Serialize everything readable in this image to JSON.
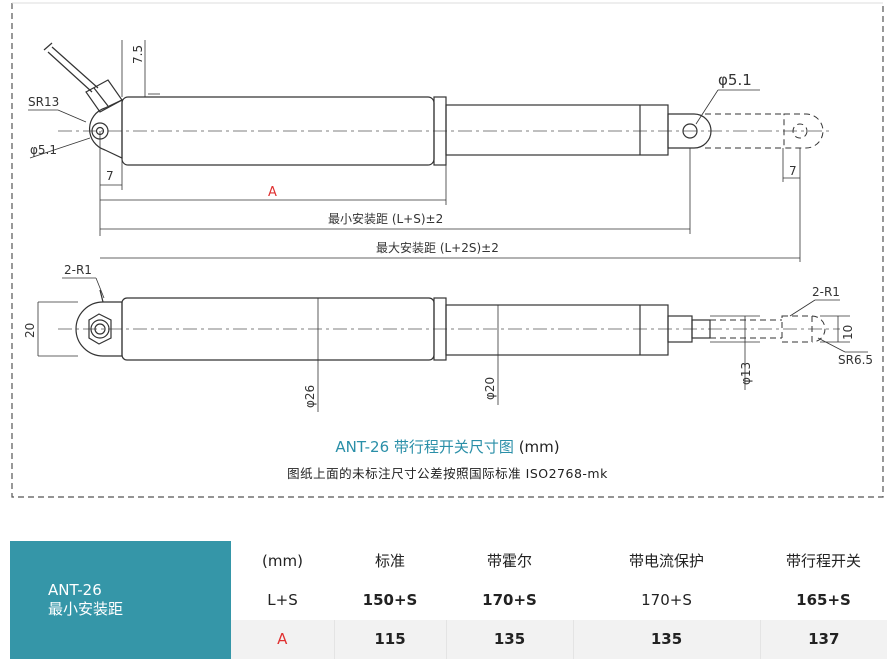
{
  "drawing": {
    "top_view": {
      "dim_7_5": "7.5",
      "dim_sr13": "SR13",
      "dim_phi51_left": "φ5.1",
      "dim_phi51_right": "φ5.1",
      "dim_7_left": "7",
      "dim_7_right": "7",
      "label_a": "A",
      "min_install": "最小安装距 (L+S)±2",
      "max_install": "最大安装距 (L+2S)±2"
    },
    "bottom_view": {
      "dim_2r1_left": "2-R1",
      "dim_2r1_right": "2-R1",
      "dim_20": "20",
      "dim_10": "10",
      "dim_sr65": "SR6.5",
      "dim_phi26": "φ26",
      "dim_phi20": "φ20",
      "dim_phi13": "φ13"
    },
    "caption_title": "ANT-26 带行程开关尺寸图",
    "caption_unit": "(mm)",
    "caption_note": "图纸上面的未标注尺寸公差按照国际标准 ISO2768-mk"
  },
  "table": {
    "model_line1": "ANT-26",
    "model_line2": "最小安装距",
    "headers": [
      "(mm)",
      "标准",
      "带霍尔",
      "带电流保护",
      "带行程开关"
    ],
    "row_ls": [
      "L+S",
      "150+S",
      "170+S",
      "170+S",
      "165+S"
    ],
    "row_a": [
      "A",
      "115",
      "135",
      "135",
      "137"
    ]
  },
  "colors": {
    "accent": "#3596a8",
    "caption": "#2a8fa8",
    "red": "#e03030"
  }
}
